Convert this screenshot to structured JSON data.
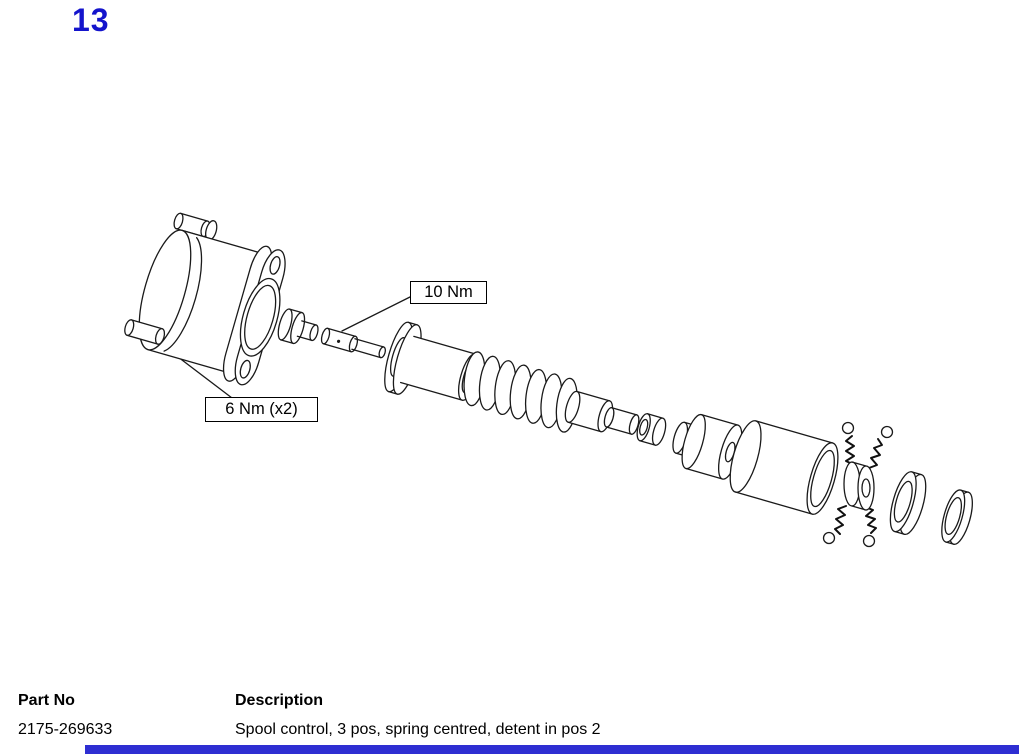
{
  "page": {
    "figure_number": "13",
    "accent_color": "#1414cc",
    "bar_color": "#2e2ed2",
    "line_color": "#1a1a1a"
  },
  "callouts": {
    "torque_main": "10 Nm",
    "torque_screws": "6 Nm (x2)"
  },
  "footer": {
    "part_no_header": "Part No",
    "description_header": "Description",
    "part_no": "2175-269633",
    "description": "Spool control, 3 pos, spring centred, detent in pos 2"
  }
}
